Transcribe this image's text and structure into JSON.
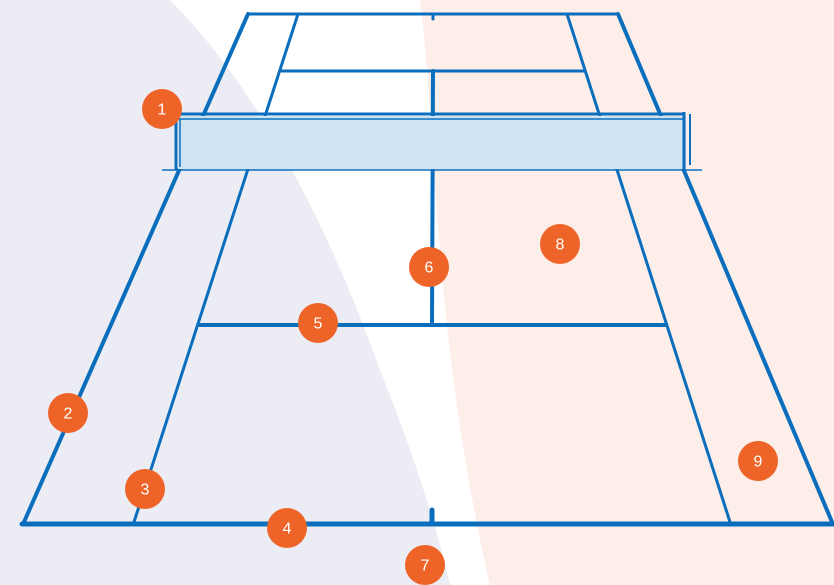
{
  "colors": {
    "line": "#0a6ebd",
    "marker": "#ee6428",
    "marker_text": "#ffffff",
    "net_fill": "#cfe4f3",
    "bg_blob_left": "#ecedf4",
    "bg_blob_right": "#fdeee9"
  },
  "markers": [
    {
      "id": "1",
      "label": "1"
    },
    {
      "id": "2",
      "label": "2"
    },
    {
      "id": "3",
      "label": "3"
    },
    {
      "id": "4",
      "label": "4"
    },
    {
      "id": "5",
      "label": "5"
    },
    {
      "id": "6",
      "label": "6"
    },
    {
      "id": "7",
      "label": "7"
    },
    {
      "id": "8",
      "label": "8"
    },
    {
      "id": "9",
      "label": "9"
    }
  ]
}
